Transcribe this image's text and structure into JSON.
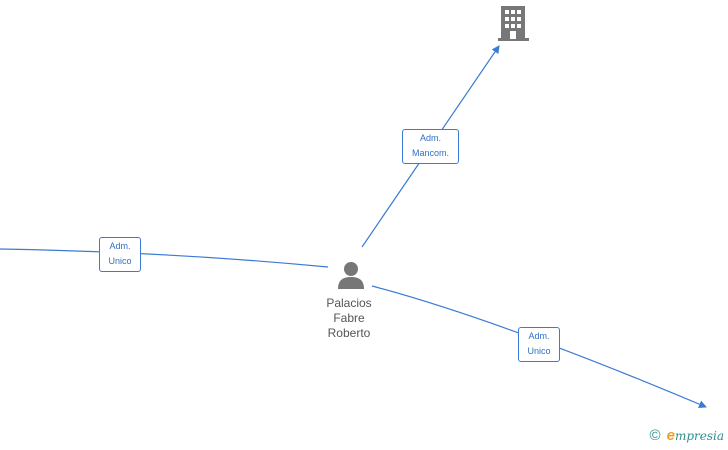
{
  "nodes": {
    "person": {
      "name_lines": [
        "Palacios",
        "Fabre",
        "Roberto"
      ],
      "icon": "person-icon"
    },
    "company": {
      "icon": "building-icon"
    }
  },
  "edges": [
    {
      "label_lines": [
        "Adm.",
        "Unico"
      ]
    },
    {
      "label_lines": [
        "Adm.",
        "Mancom."
      ]
    },
    {
      "label_lines": [
        "Adm.",
        "Unico"
      ]
    }
  ],
  "brand": {
    "copyright": "©",
    "initial": "e",
    "name": "mpresia"
  },
  "colors": {
    "edge": "#3a7bd5",
    "icon": "#777777",
    "brand": "#2f8f8f",
    "brand_accent": "#f0a020"
  }
}
